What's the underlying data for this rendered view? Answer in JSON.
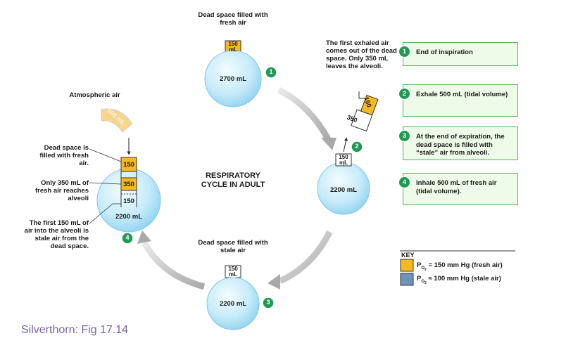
{
  "center_title": "RESPIRATORY CYCLE IN ADULT",
  "stages": {
    "top": {
      "caption": "Dead space filled with fresh air",
      "dead_space": "150 mL",
      "volume": "2700 mL",
      "step": "1"
    },
    "right": {
      "caption": "The first exhaled air comes out of the dead space. Only 350 mL leaves the alveoli.",
      "tube_top": "150",
      "tube_bottom": "350",
      "dead_space": "150 mL",
      "volume": "2200 mL",
      "step": "2"
    },
    "bottom": {
      "caption": "Dead space filled with stale air",
      "dead_space": "150 mL",
      "volume": "2200 mL",
      "step": "3"
    },
    "left": {
      "atmospheric": "Atmospheric air",
      "incoming": "500 mL",
      "seg_top": "150",
      "seg_mid": "350",
      "seg_bottom": "150",
      "volume": "2200 mL",
      "step": "4",
      "note_dead_space": "Dead space is filled with fresh air.",
      "note_reaches": "Only 350 mL of fresh air reaches alveoli",
      "note_stale": "The first 150 mL of air into the alveoli is stale air from the dead space."
    }
  },
  "steps": [
    {
      "num": "1",
      "text": "End of inspiration"
    },
    {
      "num": "2",
      "text": "Exhale 500 mL (tidal volume)"
    },
    {
      "num": "3",
      "text": "At the end of expiration, the dead space is filled with “stale” air from alveoli."
    },
    {
      "num": "4",
      "text": "Inhale 500 mL of fresh air (tidal volume)."
    }
  ],
  "key": {
    "title": "KEY",
    "fresh_prefix": "P",
    "fresh_sub": "O",
    "fresh_subsub": "2",
    "fresh_text": "= 150 mm Hg (fresh air)",
    "stale_prefix": "P",
    "stale_sub": "O",
    "stale_subsub": "2",
    "stale_text": "≈ 100 mm Hg (stale air)"
  },
  "credit": "Silverthorn: Fig 17.14",
  "colors": {
    "fresh": "#f7b920",
    "stale": "#6f93bb",
    "alveoli_center": "#f1fbff",
    "alveoli_edge": "#8fd2ef",
    "step_badge": "#1f9a55",
    "arrow": "#b9b9b9"
  }
}
